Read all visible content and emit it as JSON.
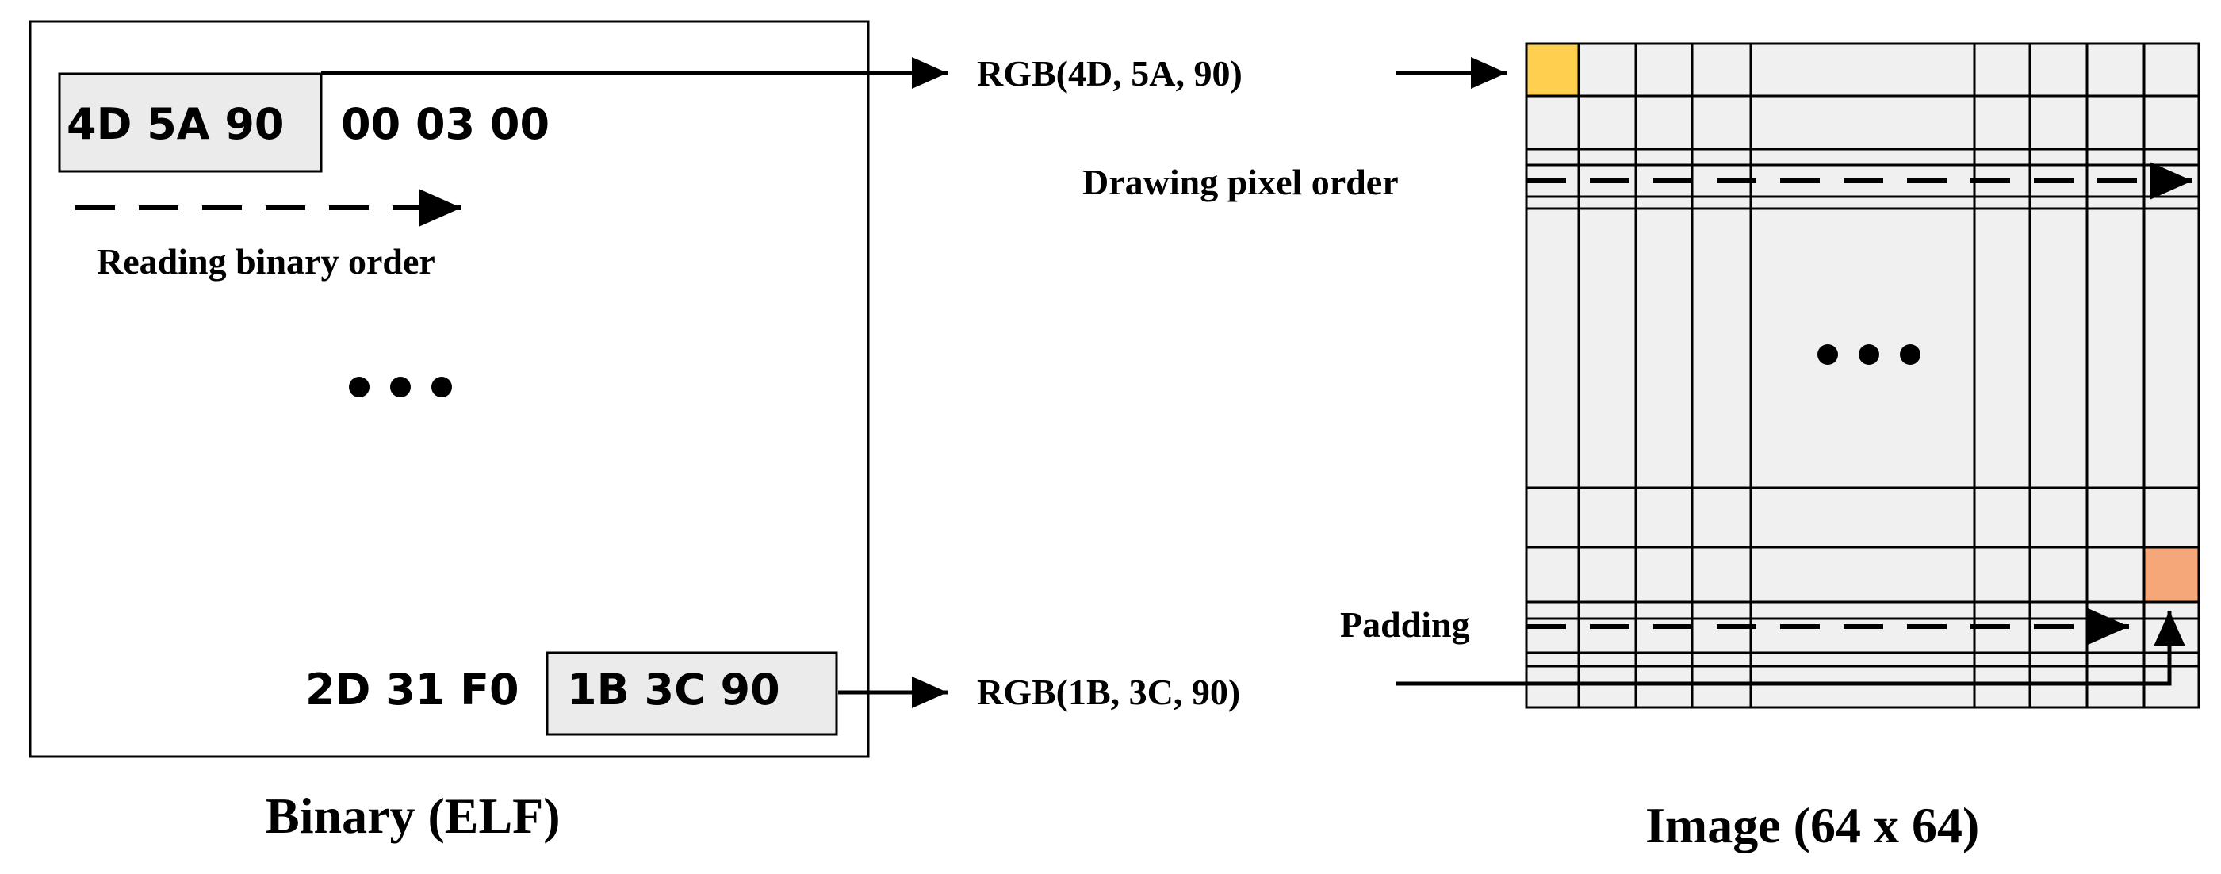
{
  "binary_panel": {
    "header_bytes_boxed": "4D 5A 90",
    "header_bytes_rest": "00 03 00",
    "reading_order_label": "Reading binary order",
    "footer_bytes_rest": "2D 31 F0",
    "footer_bytes_boxed": "1B 3C 90",
    "caption": "Binary (ELF)"
  },
  "mapping": {
    "rgb_first": "RGB(4D, 5A, 90)",
    "rgb_last": "RGB(1B, 3C, 90)"
  },
  "image_panel": {
    "drawing_order_label": "Drawing pixel order",
    "padding_label": "Padding",
    "caption": "Image (64 x 64)"
  },
  "colors": {
    "first_pixel": "#FFD050",
    "last_pixel": "#F5A77A",
    "grid_bg": "#F0F0F0",
    "byte_box_bg": "#EBEBEB"
  }
}
